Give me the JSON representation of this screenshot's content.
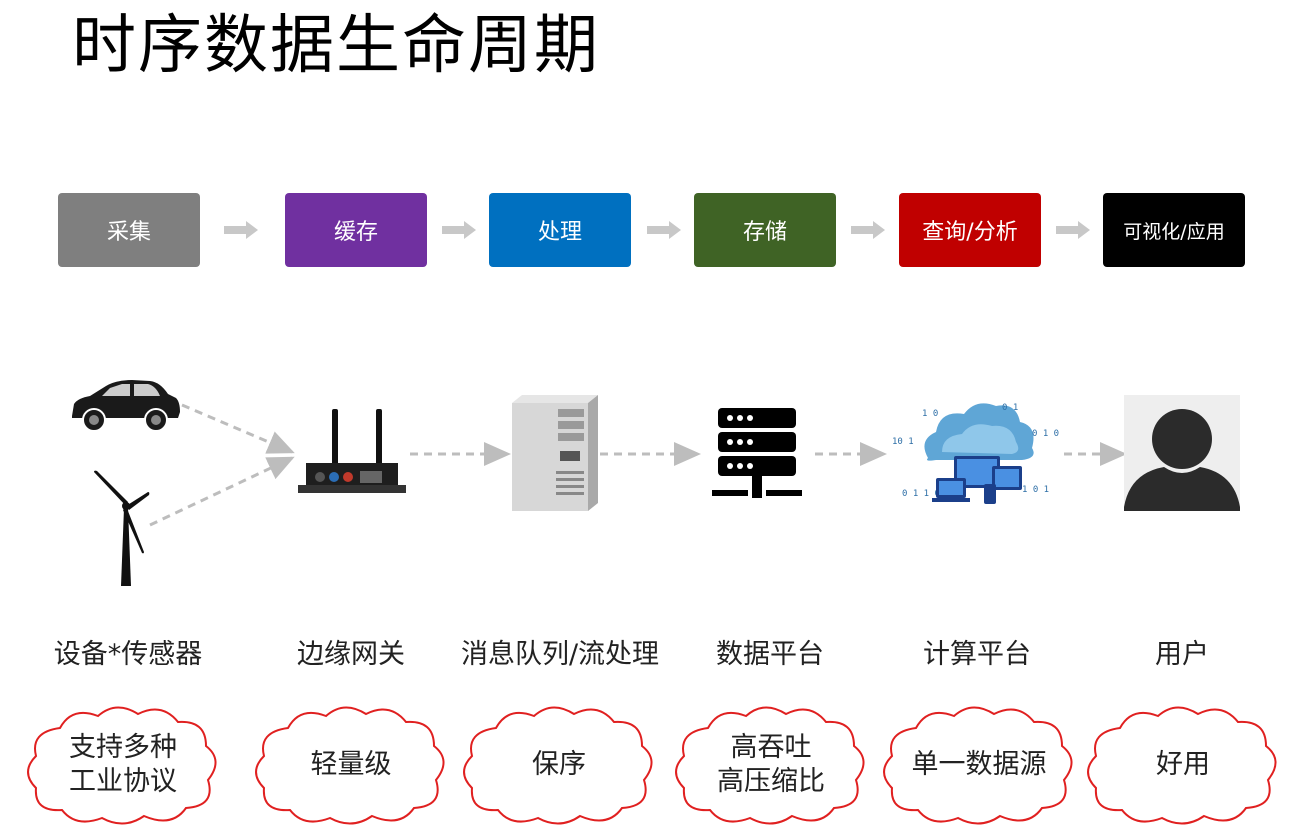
{
  "title": "时序数据生命周期",
  "stages": [
    {
      "label": "采集",
      "color": "#7f7f7f"
    },
    {
      "label": "缓存",
      "color": "#7030a0"
    },
    {
      "label": "处理",
      "color": "#0070c0"
    },
    {
      "label": "存储",
      "color": "#3f6325"
    },
    {
      "label": "查询/分析",
      "color": "#c00000"
    },
    {
      "label": "可视化/应用",
      "color": "#000000"
    }
  ],
  "components": [
    {
      "label": "设备*传感器",
      "icon": "car-wind-turbine-icon"
    },
    {
      "label": "边缘网关",
      "icon": "router-icon"
    },
    {
      "label": "消息队列/流处理",
      "icon": "server-tower-icon"
    },
    {
      "label": "数据平台",
      "icon": "server-rack-icon"
    },
    {
      "label": "计算平台",
      "icon": "cloud-devices-icon"
    },
    {
      "label": "用户",
      "icon": "user-icon"
    }
  ],
  "features": [
    {
      "line1": "支持多种",
      "line2": "工业协议"
    },
    {
      "line1": "轻量级",
      "line2": ""
    },
    {
      "line1": "保序",
      "line2": ""
    },
    {
      "line1": "高吞吐",
      "line2": "高压缩比"
    },
    {
      "line1": "单一数据源",
      "line2": ""
    },
    {
      "line1": "好用",
      "line2": ""
    }
  ],
  "colors": {
    "arrow": "#c8c8c8",
    "cloud_stroke": "#e02020",
    "dash": "#bdbdbd"
  }
}
